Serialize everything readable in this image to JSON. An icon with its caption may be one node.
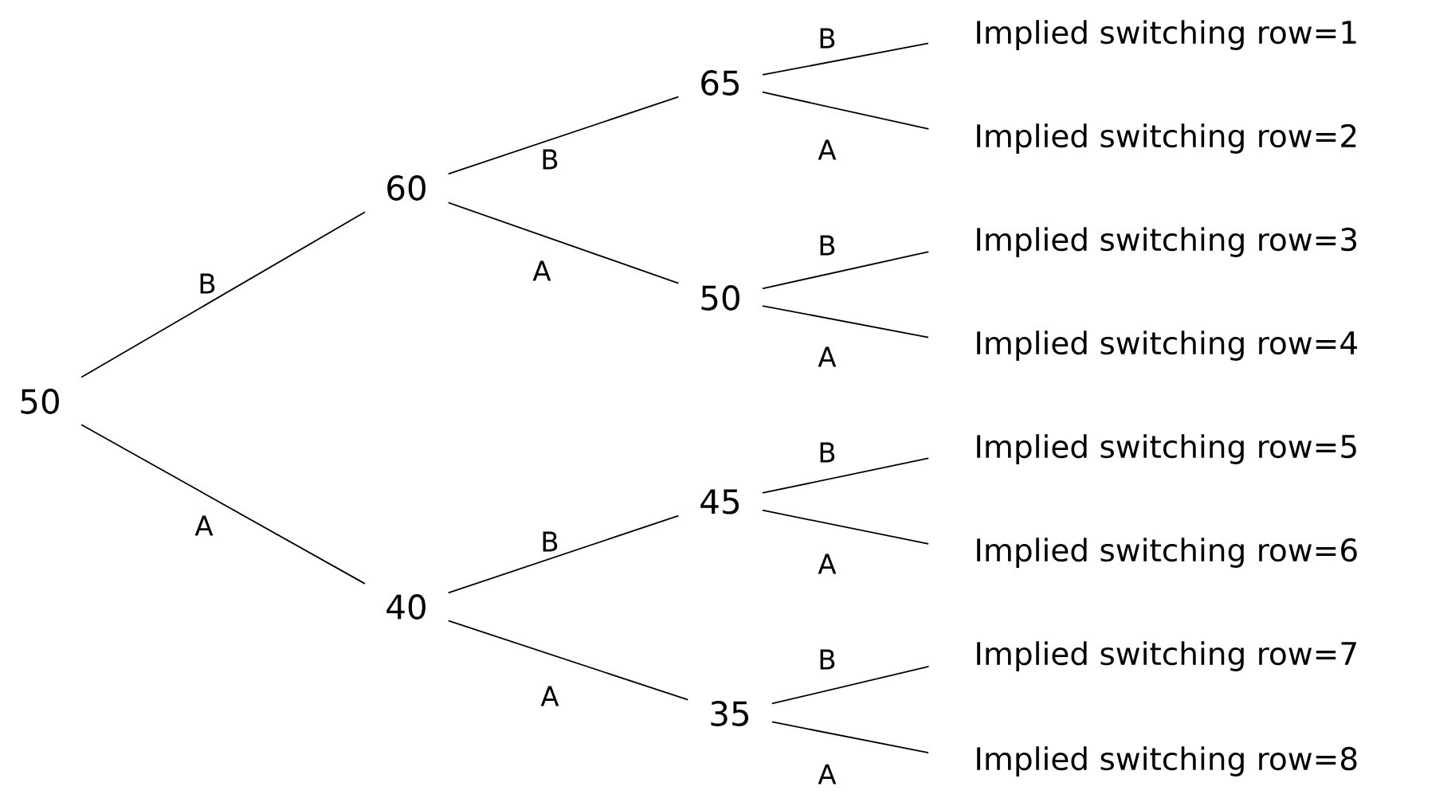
{
  "diagram": {
    "nodes": [
      {
        "text": [
          "50"
        ]
      },
      {
        "text": [
          "60"
        ]
      },
      {
        "text": [
          "40"
        ]
      },
      {
        "text": [
          "65"
        ]
      },
      {
        "text": [
          "50"
        ]
      },
      {
        "text": [
          "45"
        ]
      },
      {
        "text": [
          "35"
        ]
      },
      {
        "text": [
          "Implied switching row=1"
        ]
      },
      {
        "text": [
          "Implied switching row=2"
        ]
      },
      {
        "text": [
          "Implied switching row=3"
        ]
      },
      {
        "text": [
          "Implied switching row=4"
        ]
      },
      {
        "text": [
          "Implied switching row=5"
        ]
      },
      {
        "text": [
          "Implied switching row=6"
        ]
      },
      {
        "text": [
          "Implied switching row=7"
        ]
      },
      {
        "text": [
          "Implied switching row=8"
        ]
      }
    ],
    "edges": [
      {
        "from": 0,
        "to": 1,
        "arrow": "none",
        "label": "B"
      },
      {
        "from": 0,
        "to": 2,
        "arrow": "none",
        "label": "A"
      },
      {
        "from": 1,
        "to": 3,
        "arrow": "none",
        "label": "B"
      },
      {
        "from": 1,
        "to": 4,
        "arrow": "none",
        "label": "A"
      },
      {
        "from": 2,
        "to": 5,
        "arrow": "none",
        "label": "B"
      },
      {
        "from": 2,
        "to": 6,
        "arrow": "none",
        "label": "A"
      },
      {
        "from": 3,
        "to": 7,
        "arrow": "none",
        "label": "B"
      },
      {
        "from": 3,
        "to": 8,
        "arrow": "none",
        "label": "A"
      },
      {
        "from": 4,
        "to": 9,
        "arrow": "none",
        "label": "B"
      },
      {
        "from": 4,
        "to": 10,
        "arrow": "none",
        "label": "A"
      },
      {
        "from": 5,
        "to": 11,
        "arrow": "none",
        "label": "B"
      },
      {
        "from": 5,
        "to": 12,
        "arrow": "none",
        "label": "A"
      },
      {
        "from": 6,
        "to": 13,
        "arrow": "none",
        "label": "B"
      },
      {
        "from": 6,
        "to": 14,
        "arrow": "none",
        "label": "A"
      }
    ]
  }
}
